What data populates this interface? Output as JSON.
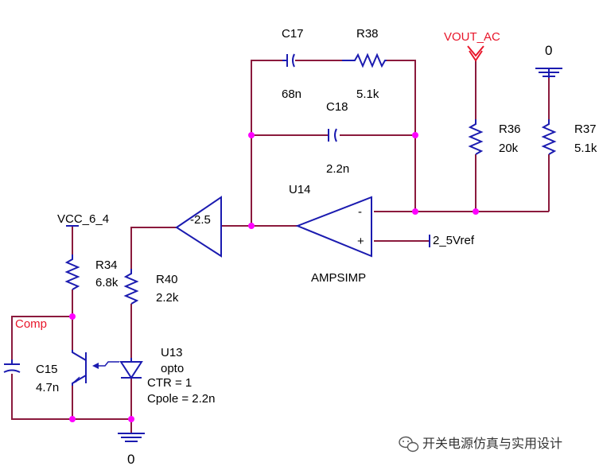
{
  "components": {
    "c17": {
      "ref": "C17",
      "value": "68n"
    },
    "r38": {
      "ref": "R38",
      "value": "5.1k"
    },
    "c18": {
      "ref": "C18",
      "value": "2.2n"
    },
    "r36": {
      "ref": "R36",
      "value": "20k"
    },
    "r37": {
      "ref": "R37",
      "value": "5.1k"
    },
    "u14": {
      "ref": "U14",
      "model": "AMPSIMP",
      "minus": "-",
      "plus": "+"
    },
    "gain": {
      "value": "-2.5"
    },
    "r34": {
      "ref": "R34",
      "value": "6.8k"
    },
    "r40": {
      "ref": "R40",
      "value": "2.2k"
    },
    "c15": {
      "ref": "C15",
      "value": "4.7n"
    },
    "u13": {
      "ref": "U13",
      "model": "opto",
      "ctr": "CTR = 1",
      "cpole": "Cpole = 2.2n"
    }
  },
  "nets": {
    "vout_ac": "VOUT_AC",
    "vcc": "VCC_6_4",
    "vref": "2_5Vref",
    "comp": "Comp",
    "gnd_top": "0",
    "gnd_bottom": "0"
  },
  "watermark": {
    "text": "开关电源仿真与实用设计",
    "icon": "wechat-icon"
  },
  "colors": {
    "wire": "#8b1a3d",
    "part": "#1b1bb0",
    "junction": "#ff00ff",
    "net_label": "#e8162a"
  }
}
